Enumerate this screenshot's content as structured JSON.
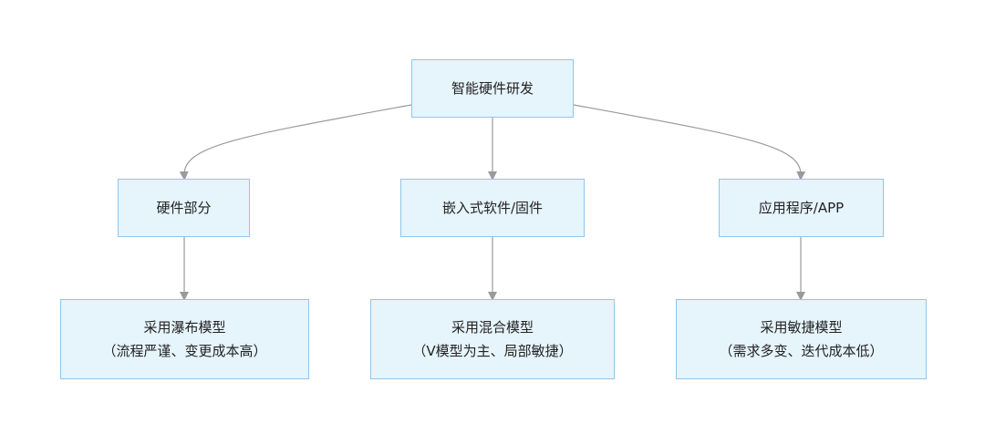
{
  "diagram": {
    "root": {
      "label": "智能硬件研发"
    },
    "branches": [
      {
        "label": "硬件部分",
        "model": {
          "title": "采用瀑布模型",
          "note": "（流程严谨、变更成本高）"
        }
      },
      {
        "label": "嵌入式软件/固件",
        "model": {
          "title": "采用混合模型",
          "note": "（V模型为主、局部敏捷）"
        }
      },
      {
        "label": "应用程序/APP",
        "model": {
          "title": "采用敏捷模型",
          "note": "（需求多变、迭代成本低）"
        }
      }
    ]
  },
  "colors": {
    "node_fill": "#e6f4fc",
    "node_border": "#8fc6e8",
    "edge": "#9a9a9a",
    "text": "#222222"
  }
}
